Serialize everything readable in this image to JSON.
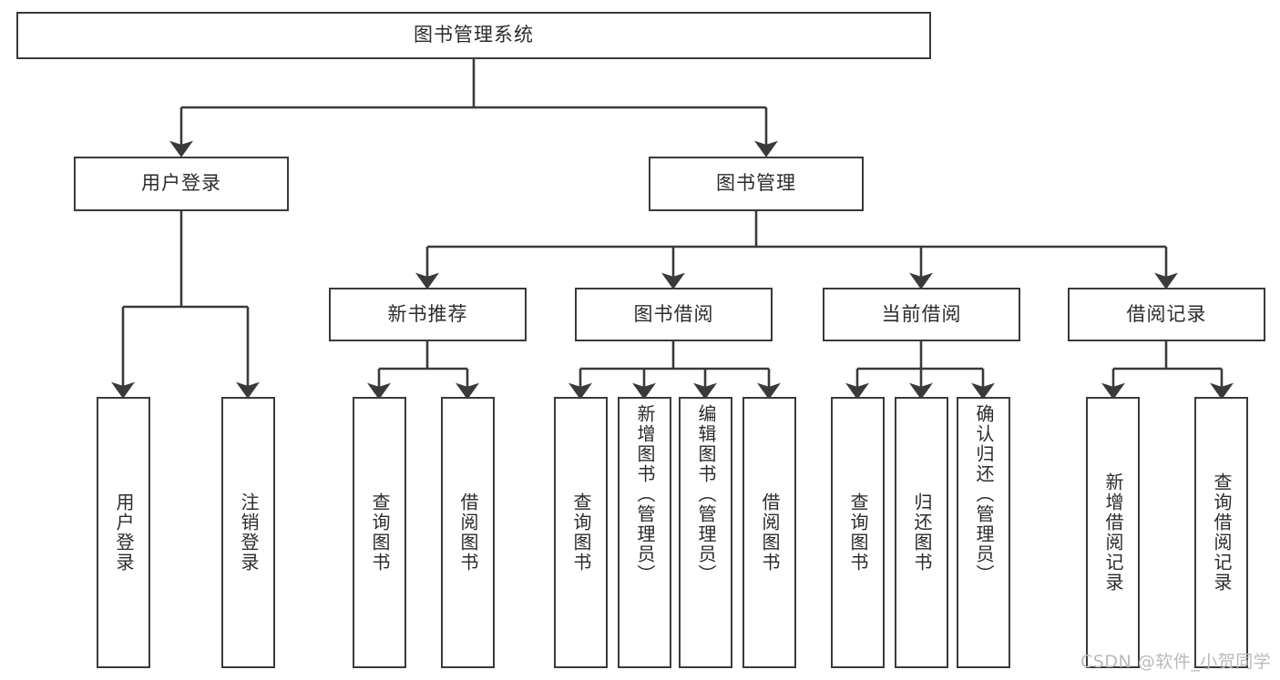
{
  "diagram": {
    "type": "tree-hierarchy",
    "title": "图书管理系统",
    "root": {
      "id": "root",
      "label": "图书管理系统",
      "orientation": "horizontal"
    },
    "level2": [
      {
        "id": "user-login",
        "label": "用户登录",
        "orientation": "horizontal"
      },
      {
        "id": "book-manage",
        "label": "图书管理",
        "orientation": "horizontal"
      }
    ],
    "level3": [
      {
        "id": "new-book-recommend",
        "label": "新书推荐",
        "orientation": "horizontal",
        "parent": "book-manage"
      },
      {
        "id": "book-borrow",
        "label": "图书借阅",
        "orientation": "horizontal",
        "parent": "book-manage"
      },
      {
        "id": "current-borrow",
        "label": "当前借阅",
        "orientation": "horizontal",
        "parent": "book-manage"
      },
      {
        "id": "borrow-record",
        "label": "借阅记录",
        "orientation": "horizontal",
        "parent": "book-manage"
      }
    ],
    "leaves": [
      {
        "id": "leaf-user-login",
        "label": "用户登录",
        "parent": "user-login"
      },
      {
        "id": "leaf-logout",
        "label": "注销登录",
        "parent": "user-login"
      },
      {
        "id": "leaf-query-book-1",
        "label": "查询图书",
        "parent": "new-book-recommend"
      },
      {
        "id": "leaf-borrow-book-1",
        "label": "借阅图书",
        "parent": "new-book-recommend"
      },
      {
        "id": "leaf-query-book-2",
        "label": "查询图书",
        "parent": "book-borrow"
      },
      {
        "id": "leaf-add-book",
        "label": "新增图书（管理员）",
        "parent": "book-borrow"
      },
      {
        "id": "leaf-edit-book",
        "label": "编辑图书（管理员）",
        "parent": "book-borrow"
      },
      {
        "id": "leaf-borrow-book-2",
        "label": "借阅图书",
        "parent": "book-borrow"
      },
      {
        "id": "leaf-query-book-3",
        "label": "查询图书",
        "parent": "current-borrow"
      },
      {
        "id": "leaf-return-book",
        "label": "归还图书",
        "parent": "current-borrow"
      },
      {
        "id": "leaf-confirm-return",
        "label": "确认归还（管理员）",
        "parent": "current-borrow"
      },
      {
        "id": "leaf-add-record",
        "label": "新增借阅记录",
        "parent": "borrow-record"
      },
      {
        "id": "leaf-query-record",
        "label": "查询借阅记录",
        "parent": "borrow-record"
      }
    ],
    "watermark": "CSDN @软件_小贺同学",
    "colors": {
      "stroke": "#3a3a3a",
      "background": "#ffffff",
      "text": "#2b2b2b",
      "watermark": "#b9b9b9"
    }
  }
}
